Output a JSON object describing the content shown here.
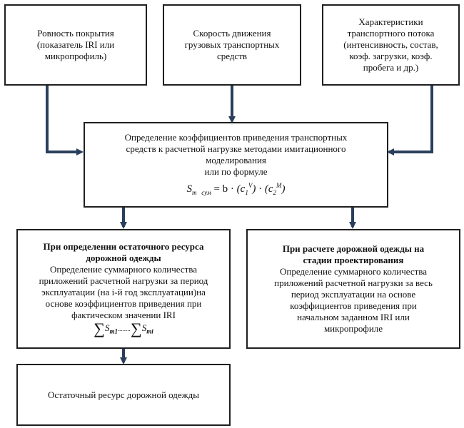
{
  "top_boxes": {
    "roughness": [
      "Ровность покрытия",
      "(показатель IRI или",
      "микропрофиль)"
    ],
    "speed": [
      "Скорость движения",
      "грузовых транспортных",
      "средств"
    ],
    "traffic": [
      "Характеристики",
      "транспортного потока",
      "(интенсивность, состав,",
      "коэф. загрузки, коэф.",
      "пробега и др.)"
    ]
  },
  "center_box": {
    "lines": [
      "Определение коэффициентов приведения транспортных",
      "средств к расчетной нагрузке  методами имитационного",
      "моделирования",
      "или по формуле"
    ],
    "formula": {
      "lhs": "S",
      "lhs_sub1": "m",
      "lhs_sub2": "сум",
      "equals": "= b ·",
      "c1": "c",
      "c1_sub": "1",
      "c1_sup": "V",
      "dot": "·",
      "c2": "c",
      "c2_sub": "2",
      "c2_sup": "M"
    }
  },
  "left_box": {
    "heading": [
      "При определении остаточного ресурса",
      "дорожной одежды"
    ],
    "lines": [
      "Определение суммарного количества",
      "приложений расчетной нагрузки за период",
      "эксплуатации (на i-й год эксплуатации)на",
      "основе коэффициентов приведения при",
      "фактическом значении IRI"
    ],
    "sum": {
      "s1": "S",
      "s1_sub": "m1",
      "dots": "........",
      "s2": "S",
      "s2_sub": "mi"
    }
  },
  "right_box": {
    "heading": [
      "При расчете дорожной одежды на",
      "стадии проектирования"
    ],
    "lines": [
      "Определение суммарного количества",
      "приложений расчетной нагрузки за весь",
      "период эксплуатации на основе",
      "коэффициентов приведения при",
      "начальном заданном IRI или",
      "микропрофиле"
    ]
  },
  "result_box": {
    "text": "Остаточный ресурс дорожной одежды"
  },
  "colors": {
    "arrow": "#2a3f5c",
    "border": "#1f1f1f"
  }
}
